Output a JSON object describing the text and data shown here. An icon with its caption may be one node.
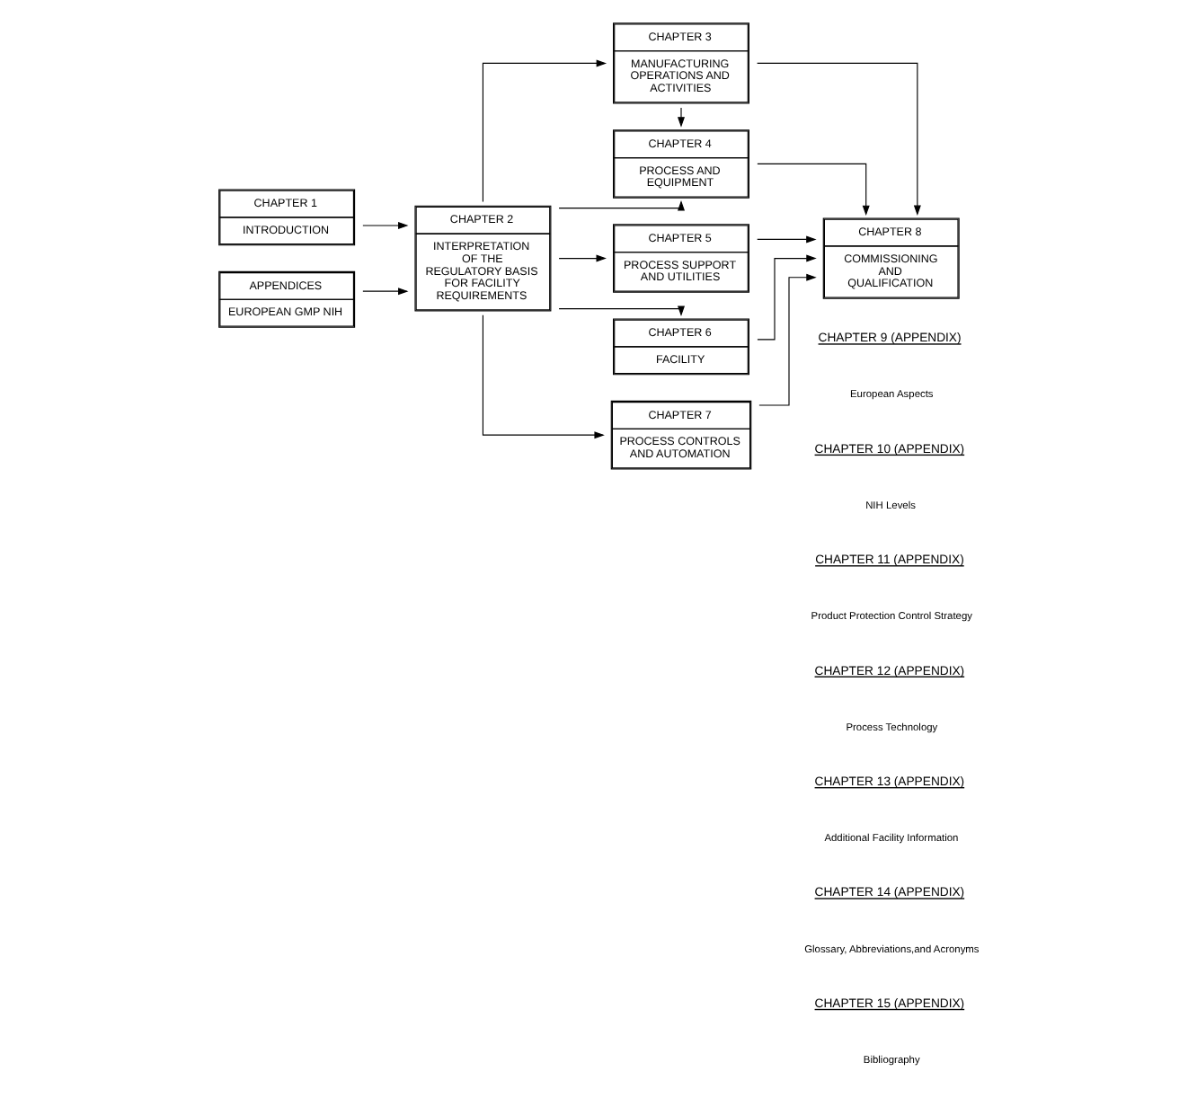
{
  "diagram": {
    "nodes": [
      {
        "text": [
          "CHAPTER 1",
          "INTRODUCTION"
        ]
      },
      {
        "text": [
          "CHAPTER 2",
          "INTERPRETATION OF THE REGULATORY BASIS FOR FACILITY REQUIREMENTS"
        ]
      },
      {
        "text": [
          "APPENDICES",
          "EUROPEAN GMP NIH"
        ]
      },
      {
        "text": [
          "CHAPTER 3",
          "MANUFACTURING OPERATIONS AND ACTIVITIES"
        ]
      },
      {
        "text": [
          "CHAPTER 4",
          "PROCESS AND EQUIPMENT"
        ]
      },
      {
        "text": [
          "CHAPTER 5",
          "PROCESS SUPPORT AND UTILITIES"
        ]
      },
      {
        "text": [
          "CHAPTER 6",
          "FACILITY"
        ]
      },
      {
        "text": [
          "CHAPTER 7",
          "PROCESS CONTROLS AND AUTOMATION"
        ]
      },
      {
        "text": [
          "CHAPTER 8",
          "COMMISSIONING AND QUALIFICATION"
        ]
      }
    ],
    "edges": [
      {
        "from": 0,
        "to": 1,
        "arrow": "to"
      },
      {
        "from": 2,
        "to": 1,
        "arrow": "to"
      },
      {
        "from": 1,
        "to": 3,
        "arrow": "to"
      },
      {
        "from": 1,
        "to": 4,
        "arrow": "to"
      },
      {
        "from": 1,
        "to": 5,
        "arrow": "to"
      },
      {
        "from": 1,
        "to": 6,
        "arrow": "to"
      },
      {
        "from": 1,
        "to": 7,
        "arrow": "to"
      },
      {
        "from": 3,
        "to": 4,
        "arrow": "to"
      },
      {
        "from": 3,
        "to": 8,
        "arrow": "to"
      },
      {
        "from": 4,
        "to": 8,
        "arrow": "to"
      },
      {
        "from": 5,
        "to": 8,
        "arrow": "to"
      },
      {
        "from": 6,
        "to": 8,
        "arrow": "to"
      },
      {
        "from": 7,
        "to": 8,
        "arrow": "to"
      }
    ],
    "labels": [
      "CHAPTER 9 (APPENDIX)",
      "European Aspects",
      "CHAPTER 10 (APPENDIX)",
      "NIH Levels",
      "CHAPTER 11 (APPENDIX)",
      "Product Protection Control Strategy",
      "CHAPTER 12 (APPENDIX)",
      "Process Technology",
      "CHAPTER 13 (APPENDIX)",
      "Additional Facility Information",
      "CHAPTER 14 (APPENDIX)",
      "Glossary, Abbreviations,and Acronyms",
      "CHAPTER 15 (APPENDIX)",
      "Bibliography"
    ]
  }
}
